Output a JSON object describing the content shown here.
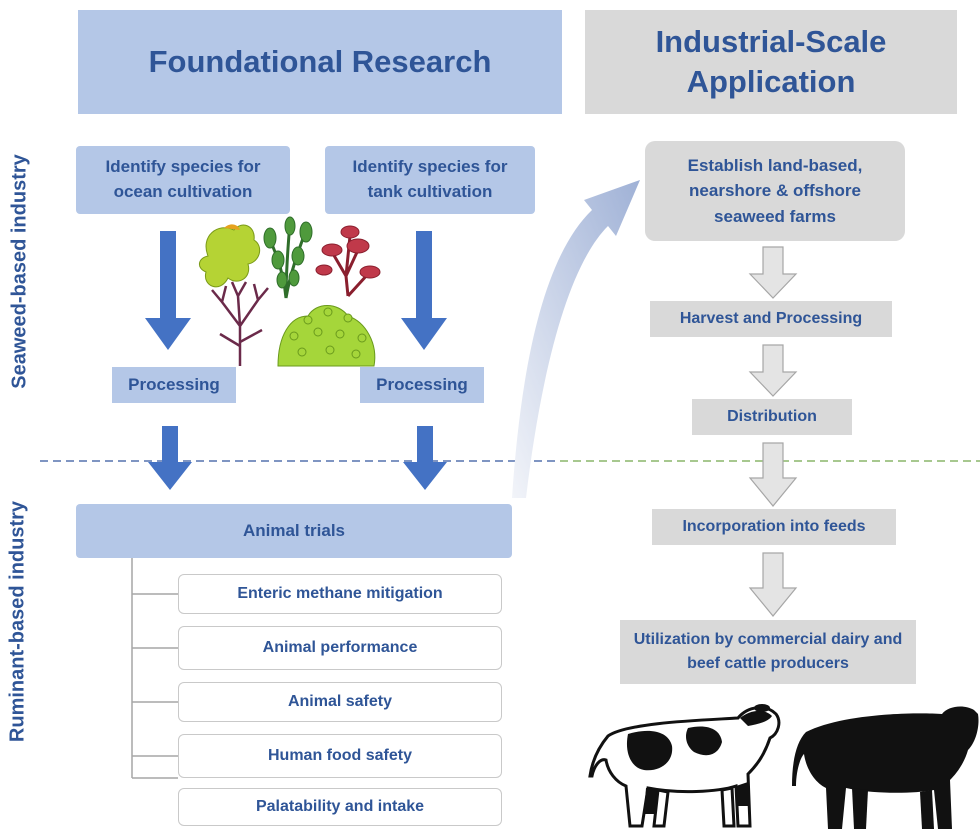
{
  "headers": {
    "foundational": "Foundational Research",
    "industrial": "Industrial-Scale Application"
  },
  "side_labels": {
    "seaweed": "Seaweed-based industry",
    "ruminant": "Ruminant-based industry"
  },
  "research": {
    "ocean": "Identify species for ocean cultivation",
    "tank": "Identify species for tank cultivation",
    "processing_left": "Processing",
    "processing_right": "Processing",
    "animal_trials": "Animal trials",
    "outcomes": [
      "Enteric methane mitigation",
      "Animal performance",
      "Animal safety",
      "Human food safety",
      "Palatability and intake"
    ]
  },
  "industrial": {
    "steps": [
      "Establish land-based, nearshore & offshore seaweed farms",
      "Harvest and Processing",
      "Distribution",
      "Incorporation into feeds",
      "Utilization by commercial dairy and beef cattle producers"
    ]
  },
  "colors": {
    "header_blue": "#b4c7e7",
    "header_gray": "#d9d9d9",
    "text_blue": "#2f5597",
    "arrow_blue": "#4472c4",
    "dash_blue": "#7f95c2",
    "dash_green": "#9dc183"
  },
  "icons": [
    "seaweed-illustration",
    "holstein-cow-icon",
    "black-angus-cattle-icon"
  ]
}
